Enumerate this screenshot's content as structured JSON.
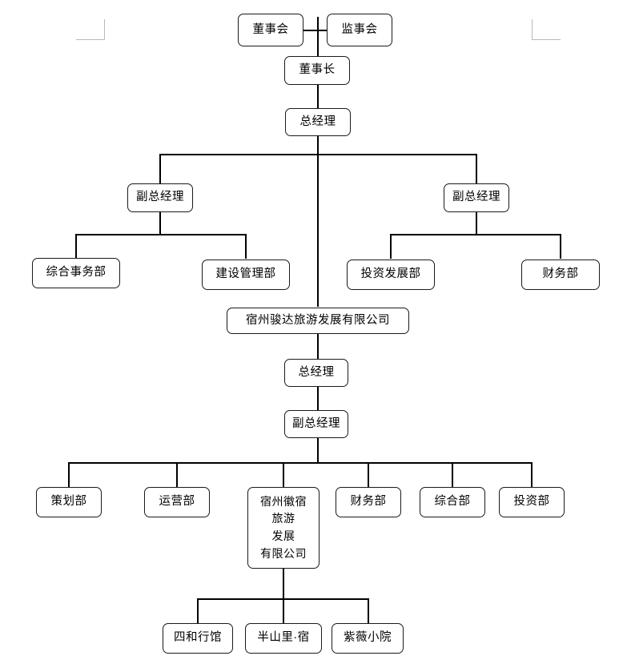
{
  "document": {
    "type": "organization-chart",
    "language": "zh-CN",
    "page_marks": {
      "top_left": "margin-corner-mark",
      "top_right": "margin-corner-mark"
    }
  },
  "chart_data": {
    "type": "diagram",
    "title": "",
    "nodes": [
      {
        "id": "board",
        "label": "董事会",
        "level": 0
      },
      {
        "id": "supervisors",
        "label": "监事会",
        "level": 0
      },
      {
        "id": "chairman",
        "label": "董事长",
        "level": 1
      },
      {
        "id": "gm1",
        "label": "总经理",
        "level": 2
      },
      {
        "id": "dgm_left",
        "label": "副总经理",
        "level": 3
      },
      {
        "id": "dgm_right",
        "label": "副总经理",
        "level": 3
      },
      {
        "id": "dept_general",
        "label": "综合事务部",
        "level": 4
      },
      {
        "id": "dept_construct",
        "label": "建设管理部",
        "level": 4
      },
      {
        "id": "dept_invest_dev",
        "label": "投资发展部",
        "level": 4
      },
      {
        "id": "dept_finance_1",
        "label": "财务部",
        "level": 4
      },
      {
        "id": "company_junda",
        "label": "宿州骏达旅游发展有限公司",
        "level": 5
      },
      {
        "id": "gm2",
        "label": "总经理",
        "level": 6
      },
      {
        "id": "dgm2",
        "label": "副总经理",
        "level": 7
      },
      {
        "id": "dept_planning",
        "label": "策划部",
        "level": 8
      },
      {
        "id": "dept_operation",
        "label": "运营部",
        "level": 8
      },
      {
        "id": "company_huisu",
        "label": "宿州徽宿\n旅游\n发展\n有限公司",
        "level": 8
      },
      {
        "id": "dept_finance_2",
        "label": "财务部",
        "level": 8
      },
      {
        "id": "dept_comprehensive",
        "label": "综合部",
        "level": 8
      },
      {
        "id": "dept_investment",
        "label": "投资部",
        "level": 8
      },
      {
        "id": "hotel_sihe",
        "label": "四和行馆",
        "level": 9
      },
      {
        "id": "hotel_banshanli",
        "label": "半山里·宿",
        "level": 9
      },
      {
        "id": "hotel_ziwei",
        "label": "紫薇小院",
        "level": 9
      }
    ],
    "edges": [
      {
        "from": "board",
        "to": "supervisors"
      },
      {
        "from": "board",
        "to": "chairman"
      },
      {
        "from": "chairman",
        "to": "gm1"
      },
      {
        "from": "gm1",
        "to": "dgm_left"
      },
      {
        "from": "gm1",
        "to": "dgm_right"
      },
      {
        "from": "gm1",
        "to": "company_junda"
      },
      {
        "from": "dgm_left",
        "to": "dept_general"
      },
      {
        "from": "dgm_left",
        "to": "dept_construct"
      },
      {
        "from": "dgm_right",
        "to": "dept_invest_dev"
      },
      {
        "from": "dgm_right",
        "to": "dept_finance_1"
      },
      {
        "from": "company_junda",
        "to": "gm2"
      },
      {
        "from": "gm2",
        "to": "dgm2"
      },
      {
        "from": "dgm2",
        "to": "dept_planning"
      },
      {
        "from": "dgm2",
        "to": "dept_operation"
      },
      {
        "from": "dgm2",
        "to": "company_huisu"
      },
      {
        "from": "dgm2",
        "to": "dept_finance_2"
      },
      {
        "from": "dgm2",
        "to": "dept_comprehensive"
      },
      {
        "from": "dgm2",
        "to": "dept_investment"
      },
      {
        "from": "company_huisu",
        "to": "hotel_sihe"
      },
      {
        "from": "company_huisu",
        "to": "hotel_banshanli"
      },
      {
        "from": "company_huisu",
        "to": "hotel_ziwei"
      }
    ],
    "colors": {
      "box_border": "#1a1a1a",
      "box_fill": "#ffffff",
      "connector": "#000000",
      "text": "#000000",
      "page_mark": "#b9b9b9"
    }
  }
}
